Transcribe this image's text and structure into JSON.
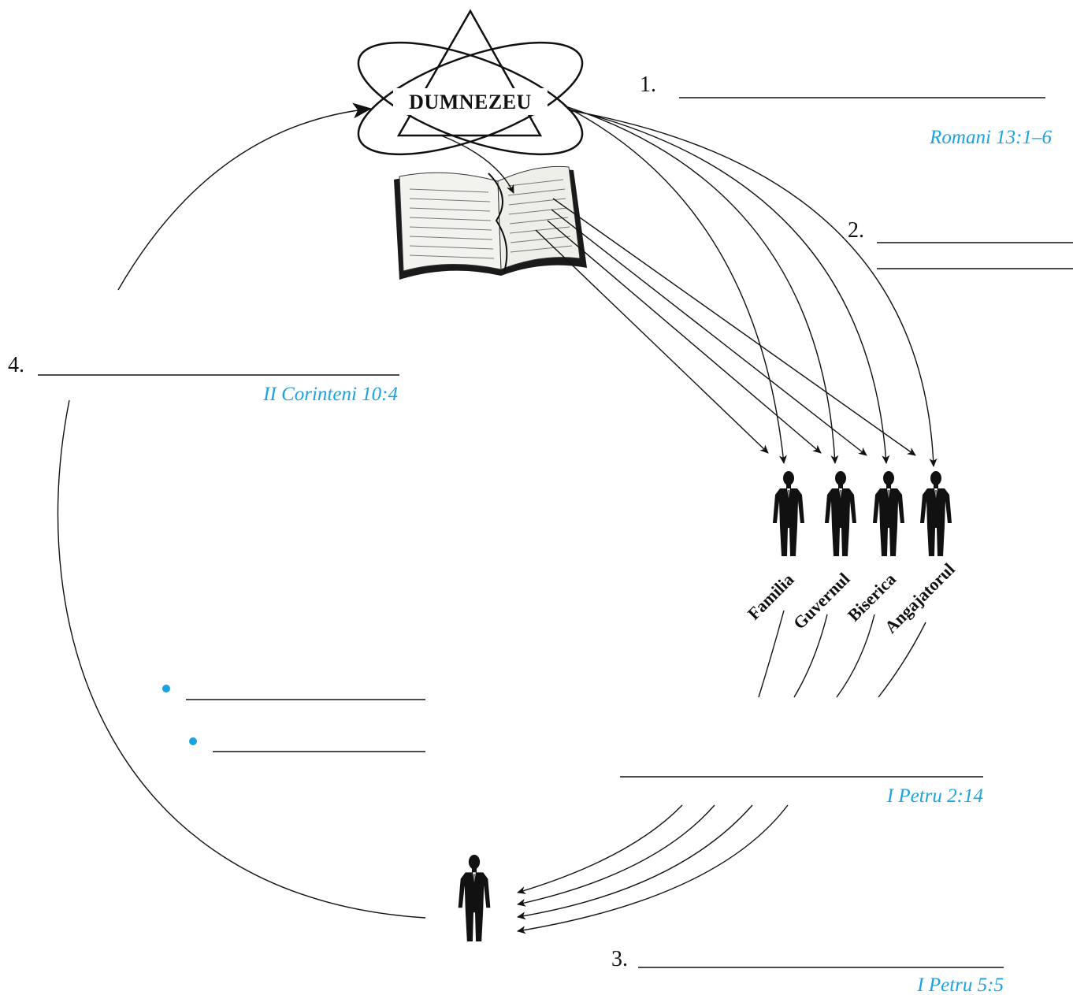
{
  "god_label": "DUMNEZEU",
  "items": {
    "one": {
      "number": "1."
    },
    "ref1": "Romani 13:1–6",
    "two": {
      "number": "2."
    },
    "three": {
      "number": "3."
    },
    "ref3": "I Petru 5:5",
    "four": {
      "number": "4."
    },
    "ref4": "II Corinteni 10:4",
    "ref_mid": "I Petru 2:14"
  },
  "authorities": [
    "Familia",
    "Guvernul",
    "Biserica",
    "Angajatorul"
  ],
  "colors": {
    "accent": "#1aa3e0",
    "ink": "#111111"
  }
}
